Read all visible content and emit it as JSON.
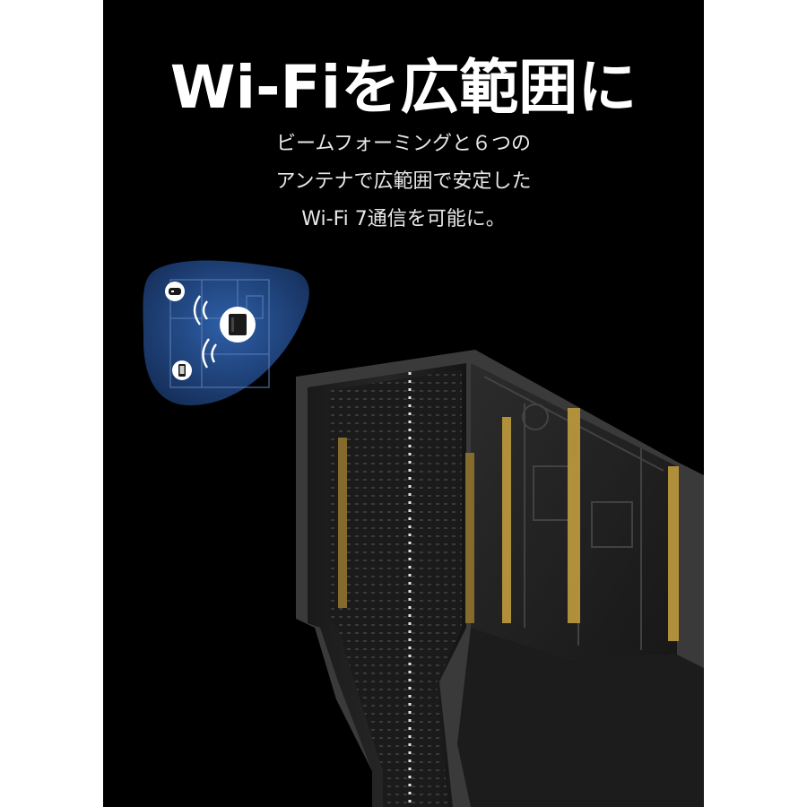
{
  "headline": "Wi-Fiを広範囲に",
  "description": {
    "line1": "ビームフォーミングと６つの",
    "line2": "アンテナで広範囲で安定した",
    "line3": "Wi-Fi 7通信を可能に。"
  },
  "colors": {
    "background": "#000000",
    "text": "#ffffff",
    "coverage_blob": "#1f3f73",
    "antenna_gold": "#b8963d",
    "router_body": "#2a2a2a"
  },
  "icons": {
    "gamepad": "gamepad-icon",
    "phone": "phone-icon",
    "router": "router-icon",
    "signal": "signal-waves-icon"
  }
}
